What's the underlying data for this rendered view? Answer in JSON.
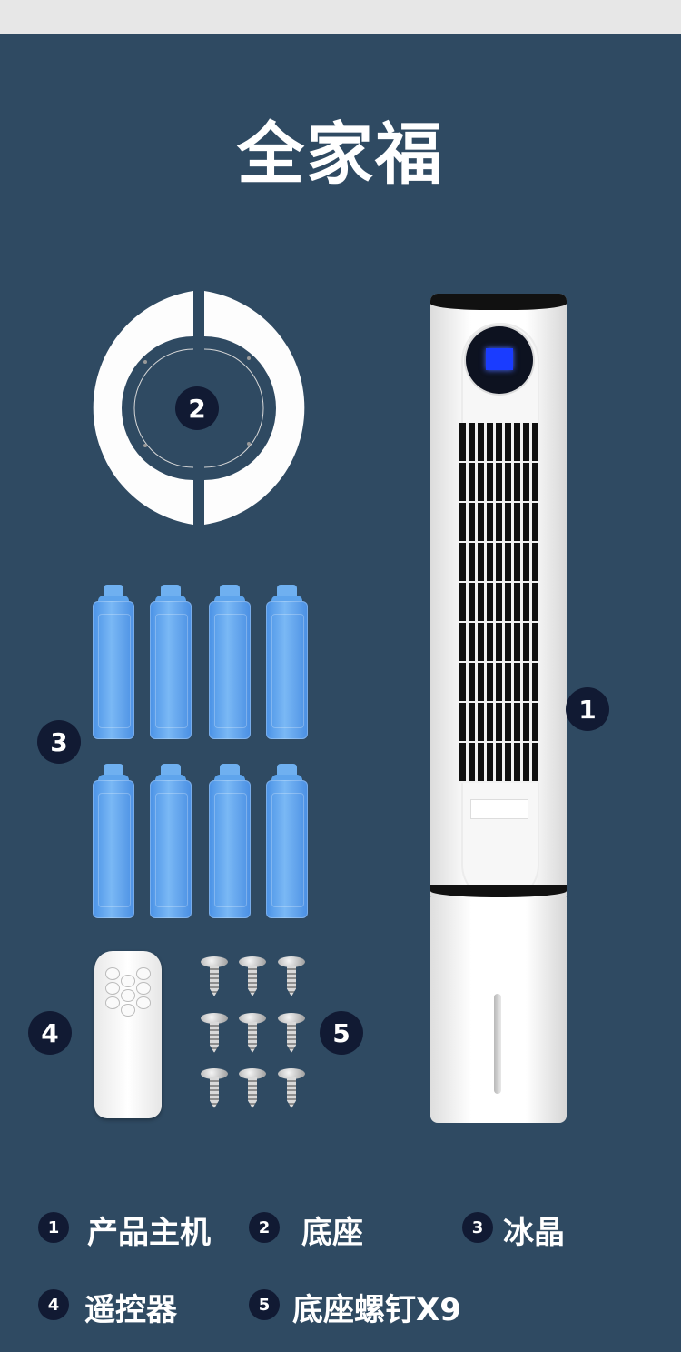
{
  "page": {
    "title": "全家福"
  },
  "labels": {
    "badge_1": "1",
    "badge_2": "2",
    "badge_3": "3",
    "badge_4": "4",
    "badge_5": "5"
  },
  "legend": [
    {
      "num": "1",
      "text": "产品主机"
    },
    {
      "num": "2",
      "text": "底座"
    },
    {
      "num": "3",
      "text": "冰晶"
    },
    {
      "num": "4",
      "text": "遥控器"
    },
    {
      "num": "5",
      "text": "底座螺钉X9"
    }
  ],
  "colors": {
    "background": "#2f4a62",
    "badge": "#111a33",
    "ice": "#5ea4ec"
  }
}
